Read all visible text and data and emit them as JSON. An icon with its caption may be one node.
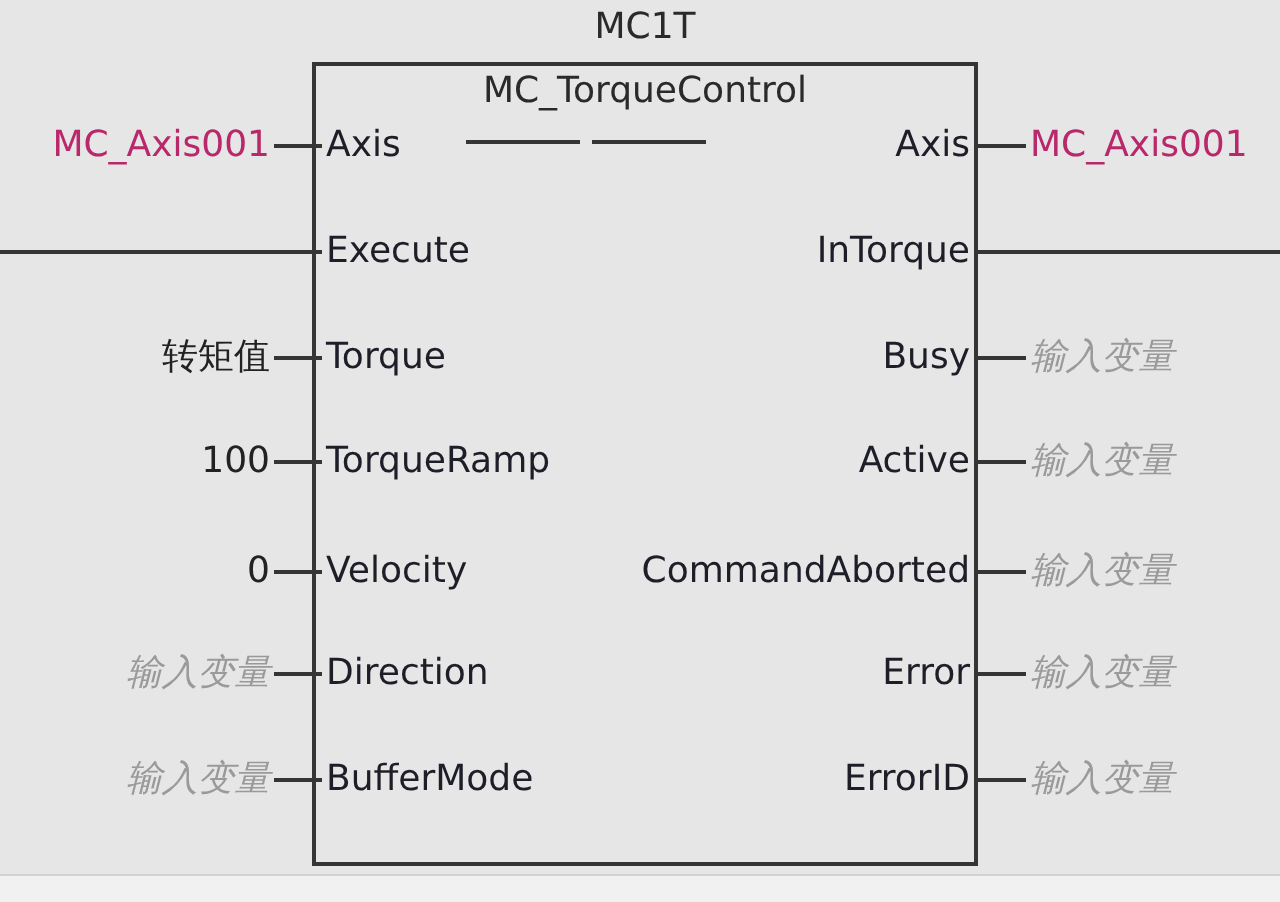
{
  "diagram": {
    "nodes": [
      {
        "text": [
          "MC1T",
          "MC_TorqueControl"
        ]
      },
      {
        "text": [
          "MC_Axis001"
        ]
      },
      {
        "text": [
          "Axis"
        ],
        "in": 0
      },
      {
        "text": [
          "Axis"
        ],
        "in": 0
      },
      {
        "text": [
          "MC_Axis001"
        ]
      },
      {
        "text": [
          "Execute"
        ],
        "in": 0
      },
      {
        "text": [
          "InTorque"
        ],
        "in": 0
      },
      {
        "text": [
          "转矩值"
        ]
      },
      {
        "text": [
          "Torque"
        ],
        "in": 0
      },
      {
        "text": [
          "Busy"
        ],
        "in": 0
      },
      {
        "text": [
          "输入变量"
        ]
      },
      {
        "text": [
          "100"
        ]
      },
      {
        "text": [
          "TorqueRamp"
        ],
        "in": 0
      },
      {
        "text": [
          "Active"
        ],
        "in": 0
      },
      {
        "text": [
          "输入变量"
        ]
      },
      {
        "text": [
          "0"
        ]
      },
      {
        "text": [
          "Velocity"
        ],
        "in": 0
      },
      {
        "text": [
          "CommandAborted"
        ],
        "in": 0
      },
      {
        "text": [
          "输入变量"
        ]
      },
      {
        "text": [
          "输入变量"
        ]
      },
      {
        "text": [
          "Direction"
        ],
        "in": 0
      },
      {
        "text": [
          "Error"
        ],
        "in": 0
      },
      {
        "text": [
          "输入变量"
        ]
      },
      {
        "text": [
          "输入变量"
        ]
      },
      {
        "text": [
          "BufferMode"
        ],
        "in": 0
      },
      {
        "text": [
          "ErrorID"
        ],
        "in": 0
      },
      {
        "text": [
          "输入变量"
        ]
      }
    ],
    "edges": [
      {
        "from": 1,
        "to": 2,
        "arrow": "none"
      },
      {
        "from": 3,
        "to": 4,
        "arrow": "none"
      },
      {
        "from": null,
        "to": 5,
        "arrow": "none"
      },
      {
        "from": 6,
        "to": null,
        "arrow": "none"
      },
      {
        "from": 7,
        "to": 8,
        "arrow": "none"
      },
      {
        "from": 9,
        "to": 10,
        "arrow": "none"
      },
      {
        "from": 11,
        "to": 12,
        "arrow": "none"
      },
      {
        "from": 13,
        "to": 14,
        "arrow": "none"
      },
      {
        "from": 15,
        "to": 16,
        "arrow": "none"
      },
      {
        "from": 17,
        "to": 18,
        "arrow": "none"
      },
      {
        "from": 19,
        "to": 20,
        "arrow": "none"
      },
      {
        "from": 21,
        "to": 22,
        "arrow": "none"
      },
      {
        "from": 23,
        "to": 24,
        "arrow": "none"
      },
      {
        "from": 25,
        "to": 26,
        "arrow": "none"
      }
    ]
  }
}
